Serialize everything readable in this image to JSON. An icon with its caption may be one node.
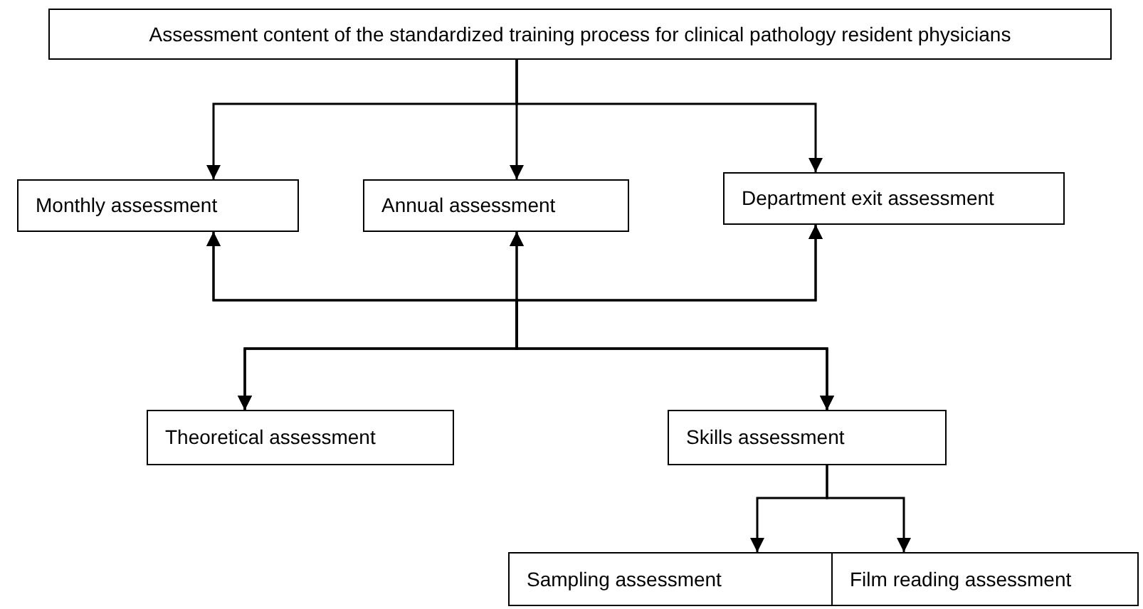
{
  "diagram": {
    "nodes": [
      {
        "text": [
          "Assessment content of the standardized training process for clinical pathology resident physicians"
        ]
      },
      {
        "text": [
          "Monthly assessment"
        ]
      },
      {
        "text": [
          "Annual assessment"
        ]
      },
      {
        "text": [
          "Department exit assessment"
        ]
      },
      {
        "text": [
          "Theoretical assessment"
        ]
      },
      {
        "text": [
          "Skills assessment"
        ]
      },
      {
        "text": [
          "Sampling assessment"
        ]
      },
      {
        "text": [
          "Film reading assessment"
        ]
      }
    ],
    "edges": [
      {
        "from": 0,
        "to": 1,
        "arrow": "to"
      },
      {
        "from": 0,
        "to": 2,
        "arrow": "to"
      },
      {
        "from": 0,
        "to": 3,
        "arrow": "to"
      },
      {
        "from": 4,
        "to": 1,
        "arrow": "both"
      },
      {
        "from": 4,
        "to": 2,
        "arrow": "both"
      },
      {
        "from": 4,
        "to": 3,
        "arrow": "both"
      },
      {
        "from": 5,
        "to": 1,
        "arrow": "both"
      },
      {
        "from": 5,
        "to": 2,
        "arrow": "both"
      },
      {
        "from": 5,
        "to": 3,
        "arrow": "both"
      },
      {
        "from": 5,
        "to": 6,
        "arrow": "to"
      },
      {
        "from": 5,
        "to": 7,
        "arrow": "to"
      }
    ]
  }
}
